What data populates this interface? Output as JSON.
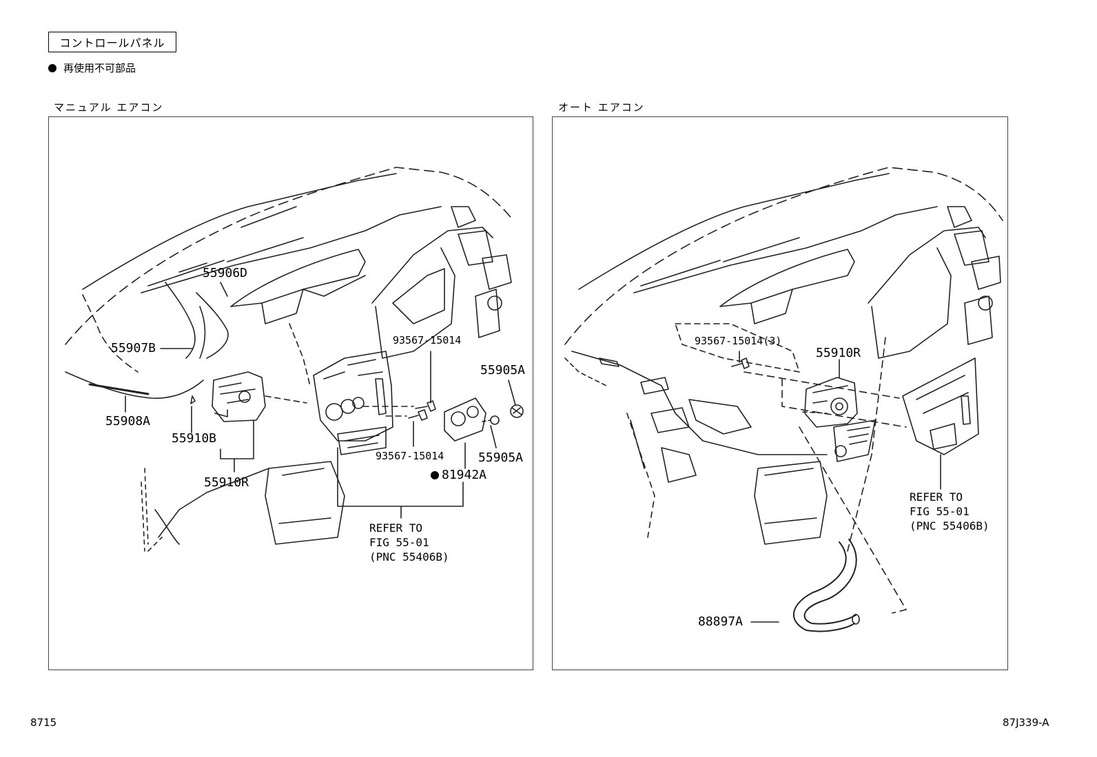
{
  "header": {
    "section_title": "コントロールパネル",
    "legend_text": "再使用不可部品"
  },
  "panels": {
    "left_title": "マニュアル エアコン",
    "right_title": "オート エアコン"
  },
  "left_labels": {
    "p55906D": "55906D",
    "p55907B": "55907B",
    "p55908A": "55908A",
    "p55910B": "55910B",
    "p55910R": "55910R",
    "p93567_top": "93567-15014",
    "p93567_bottom": "93567-15014",
    "p55905A_top": "55905A",
    "p55905A_bottom": "55905A",
    "p81942A": "81942A",
    "refer": "REFER TO\nFIG 55-01\n(PNC 55406B)"
  },
  "right_labels": {
    "p93567_3": "93567-15014(3)",
    "p55910R": "55910R",
    "p88897A": "88897A",
    "refer": "REFER TO\nFIG 55-01\n(PNC 55406B)"
  },
  "footer": {
    "left_code": "8715",
    "right_code": "87J339-A"
  }
}
